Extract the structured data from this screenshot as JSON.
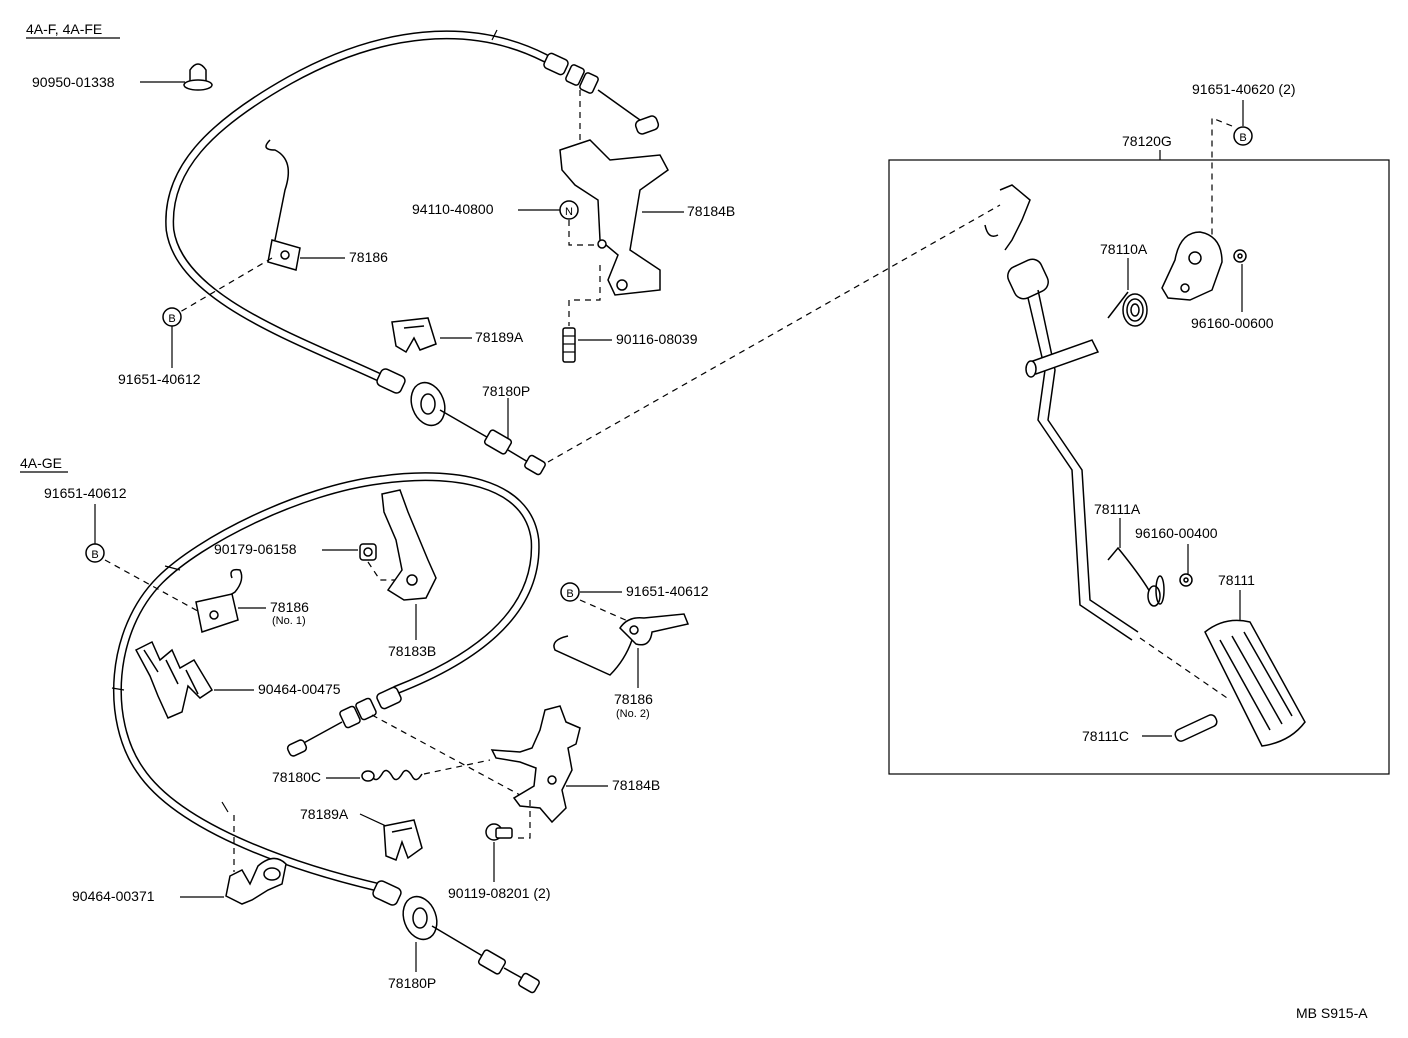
{
  "sections": {
    "top_title": "4A-F, 4A-FE",
    "bottom_title": "4A-GE"
  },
  "labels": {
    "p90950": "90950-01338",
    "p94110": "94110-40800",
    "p78184b_top": "78184B",
    "p78186_top": "78186",
    "p78189a_top": "78189A",
    "p90116": "90116-08039",
    "p91651_40612_top": "91651-40612",
    "p78180p_top": "78180P",
    "p91651_40620": "91651-40620 (2)",
    "p78120g": "78120G",
    "p78110a": "78110A",
    "p96160_00600": "96160-00600",
    "p78111a": "78111A",
    "p96160_00400": "96160-00400",
    "p78111": "78111",
    "p78111c": "78111C",
    "p91651_40612_bl": "91651-40612",
    "p90179": "90179-06158",
    "p78186_no1": "78186",
    "p78186_no1_sub": "(No. 1)",
    "p78183b": "78183B",
    "p91651_40612_br": "91651-40612",
    "p90464_00475": "90464-00475",
    "p78186_no2": "78186",
    "p78186_no2_sub": "(No. 2)",
    "p78180c": "78180C",
    "p78184b_bot": "78184B",
    "p78189a_bot": "78189A",
    "p90464_00371": "90464-00371",
    "p90119": "90119-08201 (2)",
    "p78180p_bot": "78180P"
  },
  "markers": {
    "b": "B",
    "n": "N"
  },
  "footer": {
    "code": "MB S915-A"
  }
}
